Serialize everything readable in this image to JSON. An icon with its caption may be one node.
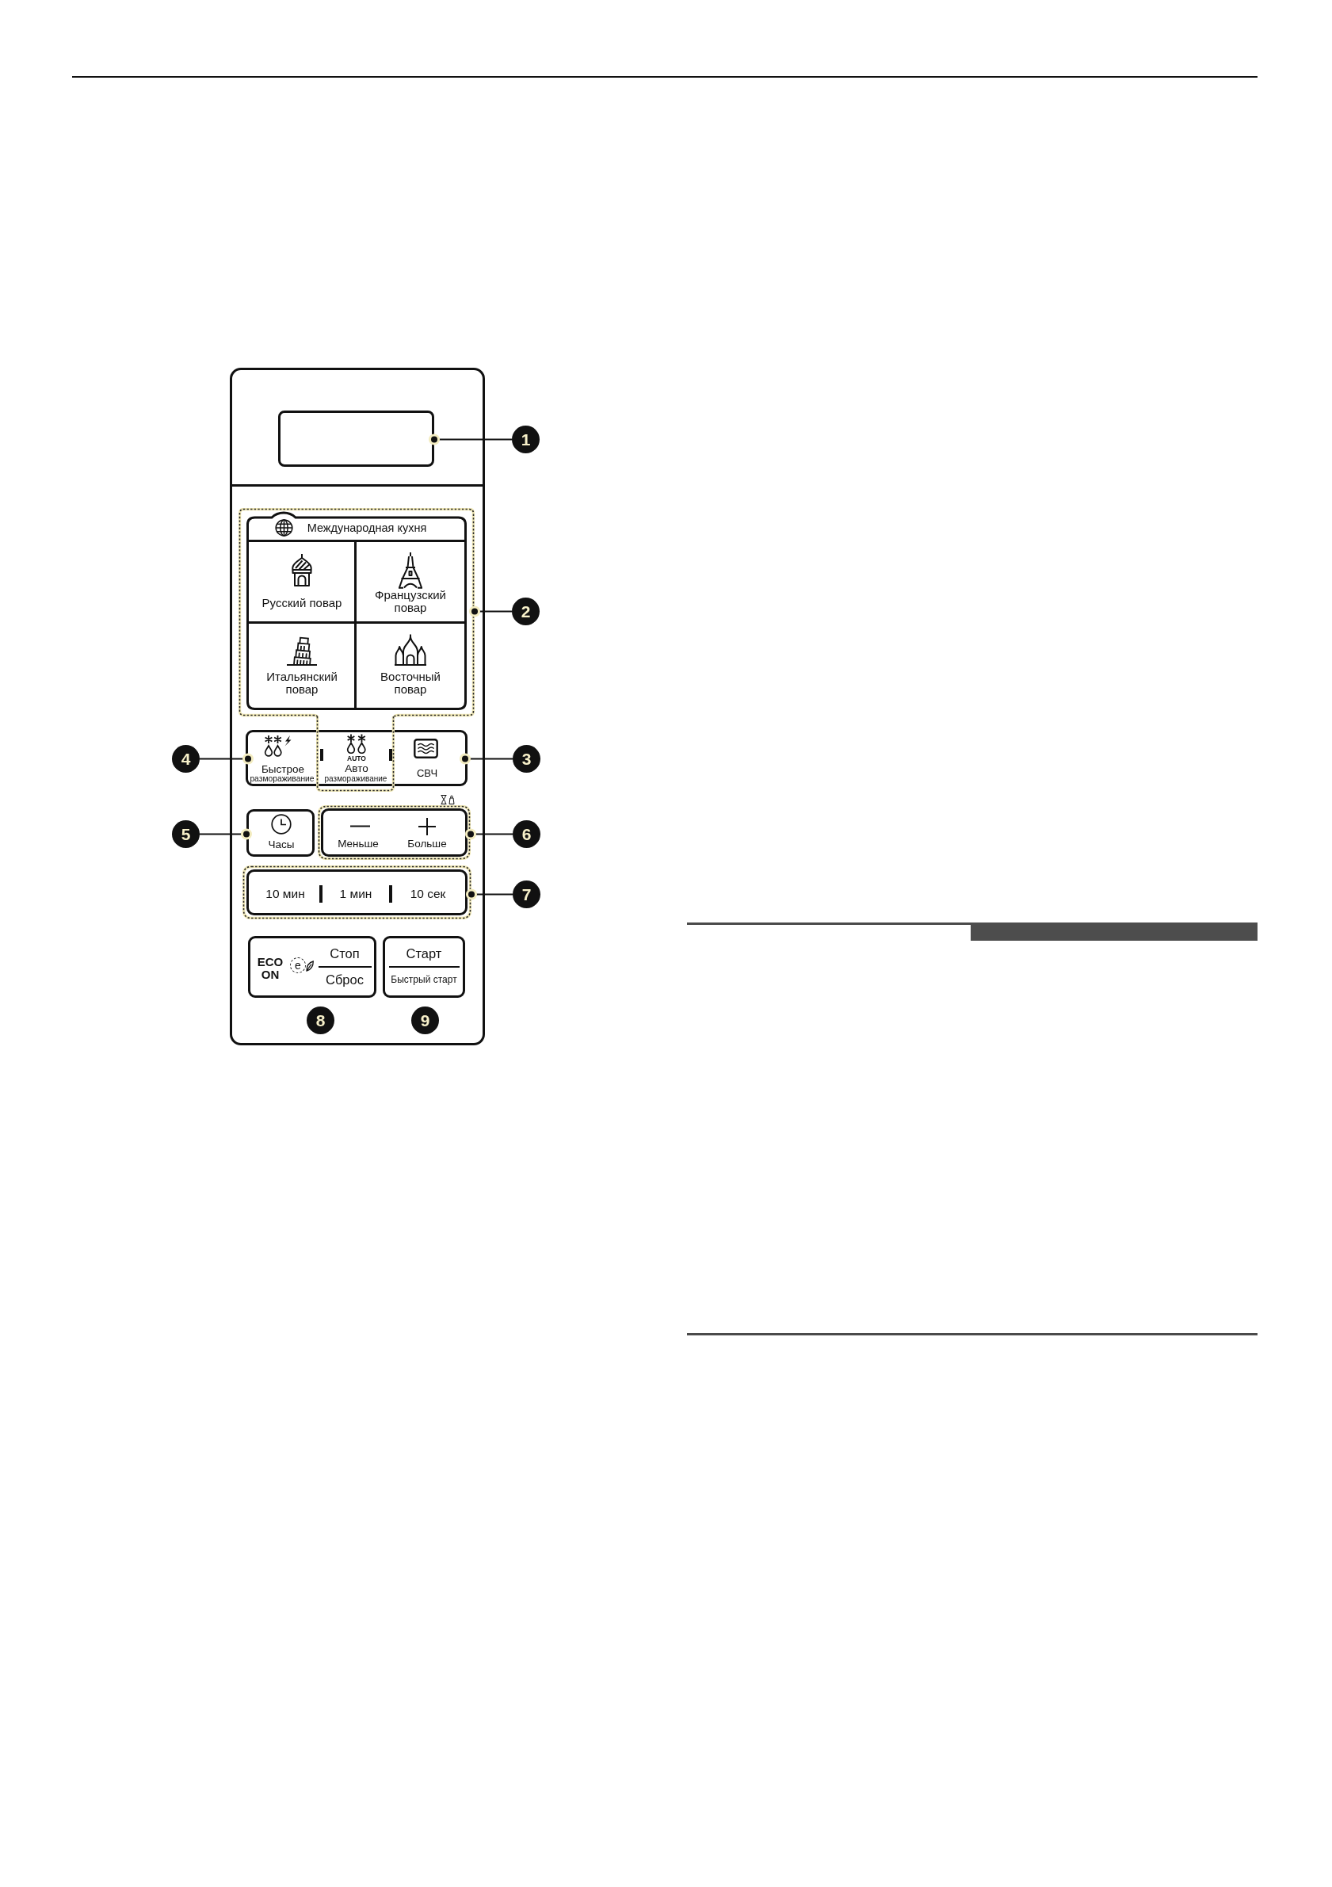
{
  "diagram": {
    "nodes": [
      {
        "text": [],
        "shape": "box"
      },
      {
        "text": [],
        "shape": "box",
        "in": 0
      },
      {
        "text": [],
        "shape": "box",
        "in": 0
      },
      {
        "text": [
          "Международная кухня"
        ],
        "in": 2
      },
      {
        "text": [
          "Русский повар"
        ],
        "in": 3
      },
      {
        "text": [
          "Французский повар"
        ],
        "in": 3
      },
      {
        "text": [
          "Итальянский повар"
        ],
        "in": 3
      },
      {
        "text": [
          "Восточный повар"
        ],
        "in": 3
      },
      {
        "text": [],
        "shape": "box",
        "in": 0
      },
      {
        "text": [
          "Быстрое",
          "размораживание"
        ],
        "in": 8
      },
      {
        "text": [
          "AUTO",
          "Авто",
          "размораживание"
        ],
        "in": 0
      },
      {
        "text": [
          "СВЧ"
        ],
        "in": 8
      },
      {
        "text": [
          "Часы"
        ],
        "in": 0
      },
      {
        "text": [
          "Меньше",
          "Больше"
        ],
        "in": 0
      },
      {
        "text": [
          "10 мин",
          "1 мин",
          "10 сек"
        ],
        "in": 0
      },
      {
        "text": [
          "ECO ON",
          "e",
          "Стоп",
          "Сброс"
        ],
        "in": 0
      },
      {
        "text": [
          "Старт",
          "Быстрый старт"
        ],
        "in": 0
      },
      {
        "text": [
          "1"
        ]
      },
      {
        "text": [
          "2"
        ]
      },
      {
        "text": [
          "3"
        ]
      },
      {
        "text": [
          "4"
        ]
      },
      {
        "text": [
          "5"
        ]
      },
      {
        "text": [
          "6"
        ]
      },
      {
        "text": [
          "7"
        ]
      },
      {
        "text": [
          "8"
        ],
        "in": 0
      },
      {
        "text": [
          "9"
        ],
        "in": 0
      }
    ],
    "edges": [
      {
        "from": 17,
        "to": 1,
        "arrow": "other"
      },
      {
        "from": 18,
        "to": 2,
        "arrow": "other"
      },
      {
        "from": 19,
        "to": 11,
        "arrow": "other"
      },
      {
        "from": 20,
        "to": 9,
        "arrow": "other"
      },
      {
        "from": 21,
        "to": 12,
        "arrow": "other"
      },
      {
        "from": 22,
        "to": 13,
        "arrow": "other"
      },
      {
        "from": 23,
        "to": 14,
        "arrow": "other"
      }
    ]
  }
}
